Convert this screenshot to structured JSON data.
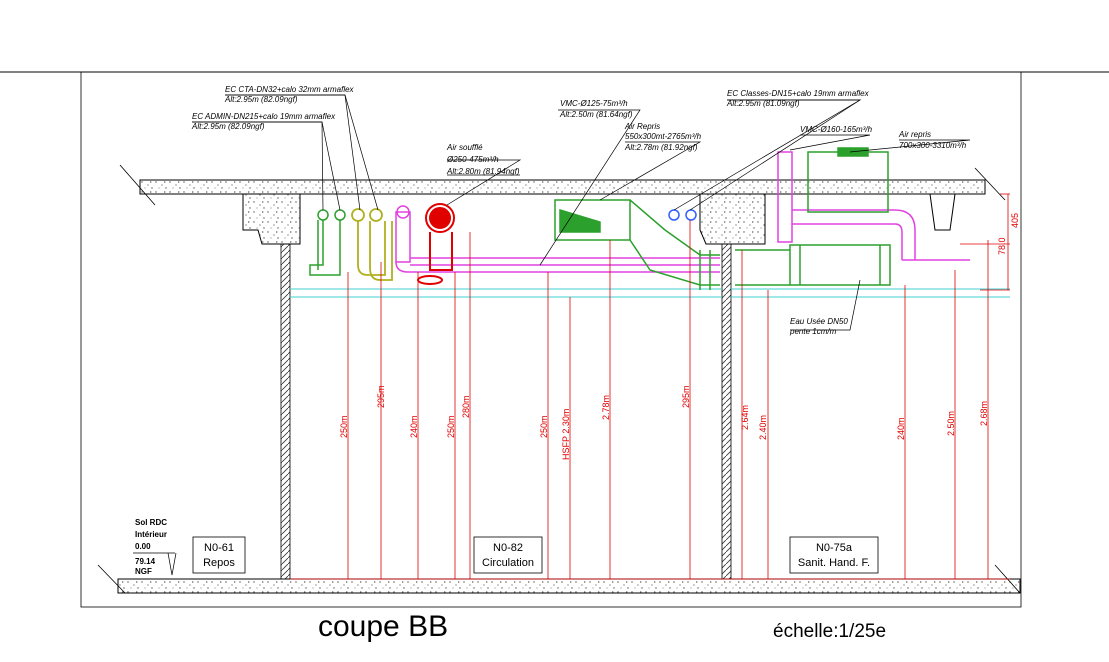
{
  "labels": {
    "ec_cta": "EC CTA-DN32+calo 32mm armaflex",
    "ec_cta_alt": "Alt:2.95m (82.09ngf)",
    "ec_admin": "EC ADMIN-DN215+calo 19mm armaflex",
    "ec_admin_alt": "Alt:2.95m (82.09ngf)",
    "air_souffle": "Air soufflé",
    "air_souffle_flow": "Ø250-475m³/h",
    "air_souffle_alt": "Alt:2.80m (81.94ngf)",
    "vmc125": "VMC-Ø125-75m³/h",
    "vmc125_alt": "Alt:2.50m (81.64ngf)",
    "air_repris1": "Air Repris",
    "air_repris1_flow": "550x300mt-2765m³/h",
    "air_repris1_alt": "Alt:2.78m (81.92ngf)",
    "ec_classes": "EC Classes-DN15+calo 19mm armaflex",
    "ec_classes_alt": "Alt:2.95m (81.09ngf)",
    "vmc160": "VMC-Ø160-165m³/h",
    "air_repris2": "Air repris",
    "air_repris2_flow": "700x300-3310m³/h",
    "eau_use": "Eau Usée DN50",
    "pente": "pente 1cm/m"
  },
  "dimensions": [
    "250m",
    "295m",
    "240m",
    "250m",
    "280m",
    "250m",
    "HSFP 2.30m",
    "2.78m",
    "295m",
    "2.64m",
    "2.40m",
    "240m",
    "2.50m",
    "2.68m",
    "405",
    "78.0"
  ],
  "rooms": [
    {
      "code": "N0-61",
      "name": "Repos"
    },
    {
      "code": "N0-82",
      "name": "Circulation"
    },
    {
      "code": "N0-75a",
      "name": "Sanit. Hand. F."
    }
  ],
  "level": {
    "line1": "Sol RDC",
    "line2": "Intérieur",
    "line3": "0.00",
    "line4": "79.14",
    "line5": "NGF"
  },
  "title": "coupe BB",
  "scale": "échelle:1/25e",
  "colors": {
    "red": "#e00000",
    "green": "#2ca02c",
    "magenta": "#e040e0",
    "olive": "#b0b020",
    "cyan": "#40d0d0",
    "blue": "#3060ff"
  }
}
